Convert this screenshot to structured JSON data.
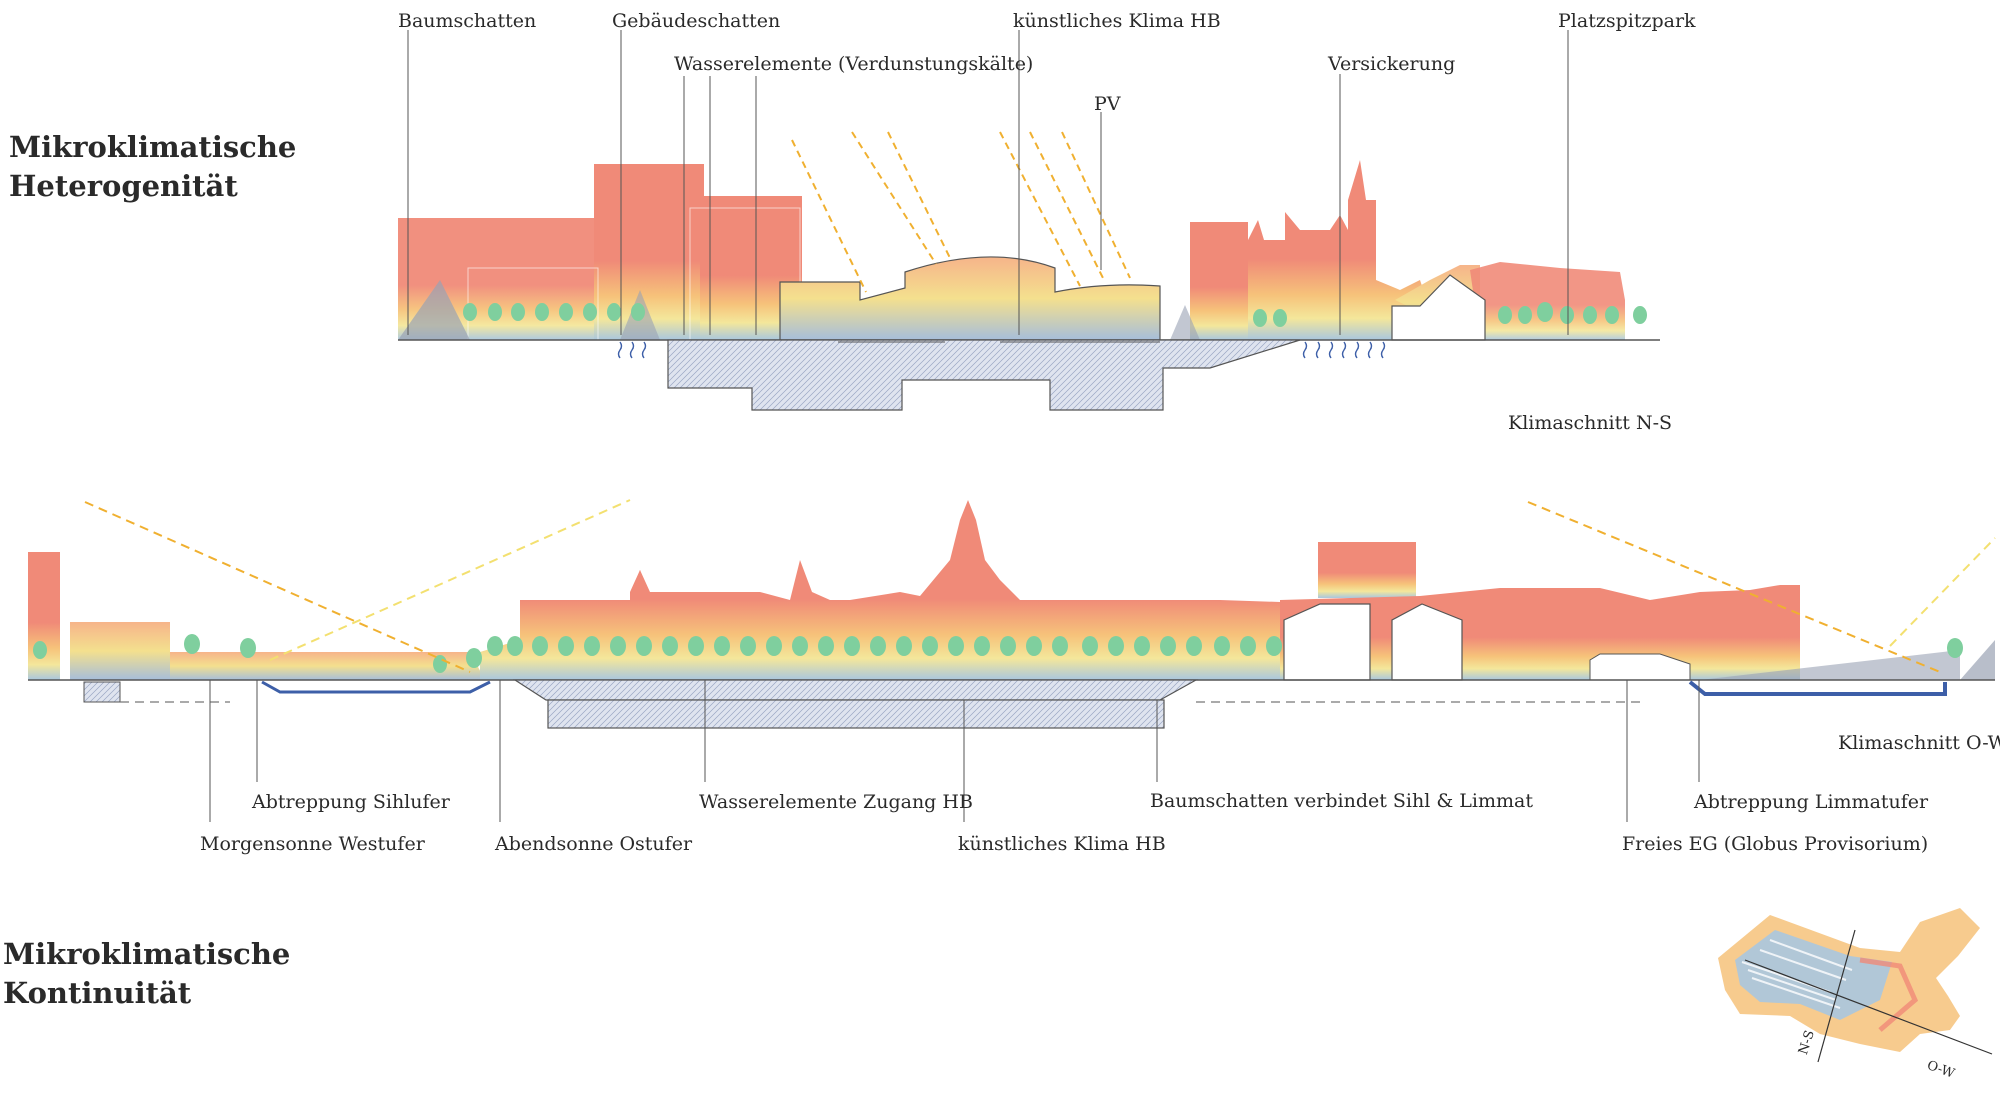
{
  "headings": {
    "top": [
      "Mikroklimatische",
      "Heterogenität"
    ],
    "bottom": [
      "Mikroklimatische",
      "Kontinuität"
    ]
  },
  "section_ns": {
    "caption": "Klimaschnitt N-S",
    "labels": [
      "Baumschatten",
      "Gebäudeschatten",
      "Wasserelemente (Verdunstungskälte)",
      "künstliches Klima HB",
      "PV",
      "Versickerung",
      "Platzspitzpark"
    ]
  },
  "section_ow": {
    "caption": "Klimaschnitt O-W",
    "labels": [
      "Abtreppung Sihlufer",
      "Morgensonne Westufer",
      "Abendsonne Ostufer",
      "Wasserelemente Zugang HB",
      "künstliches Klima HB",
      "Baumschatten verbindet Sihl & Limmat",
      "Abtreppung Limmatufer",
      "Freies EG (Globus Provisorium)"
    ]
  },
  "keymap": {
    "ns_label": "N-S",
    "ow_label": "O-W"
  },
  "colors": {
    "hot": "#f08a78",
    "warm": "#f6c27a",
    "mild": "#f4e79b",
    "cool": "#a9c7df",
    "tree": "#7fcf9e",
    "water": "#3d5fa8",
    "sun_ray": "#f0b030",
    "underground": "#cfd6e6"
  }
}
